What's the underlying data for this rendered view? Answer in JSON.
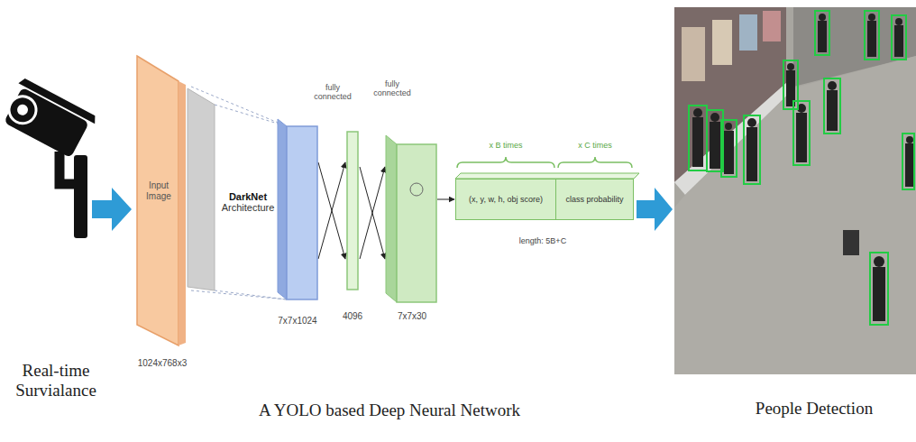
{
  "diagram": {
    "nodes": [
      {
        "text": [
          "Input Image",
          "1024x768x3"
        ]
      },
      {
        "text": [
          "DarkNet",
          "Architecture"
        ]
      },
      {
        "text": [
          "7x7x1024"
        ]
      },
      {
        "text": [
          "4096"
        ]
      },
      {
        "text": [
          "7x7x30"
        ]
      },
      {
        "text": [
          "(x, y, w, h, obj score)"
        ]
      },
      {
        "text": [
          "class probability"
        ]
      }
    ],
    "edges": [
      {
        "from": 2,
        "to": 3,
        "arrow": "to"
      },
      {
        "from": 3,
        "to": 4,
        "arrow": "to"
      },
      {
        "from": 4,
        "to": 5,
        "arrow": "to"
      }
    ],
    "labels": [
      "Real-time Survialance",
      "fully connected",
      "fully connected",
      "x B times",
      "x C times",
      "length: 5B+C",
      "A YOLO based Deep Neural Network",
      "People Detection"
    ]
  }
}
